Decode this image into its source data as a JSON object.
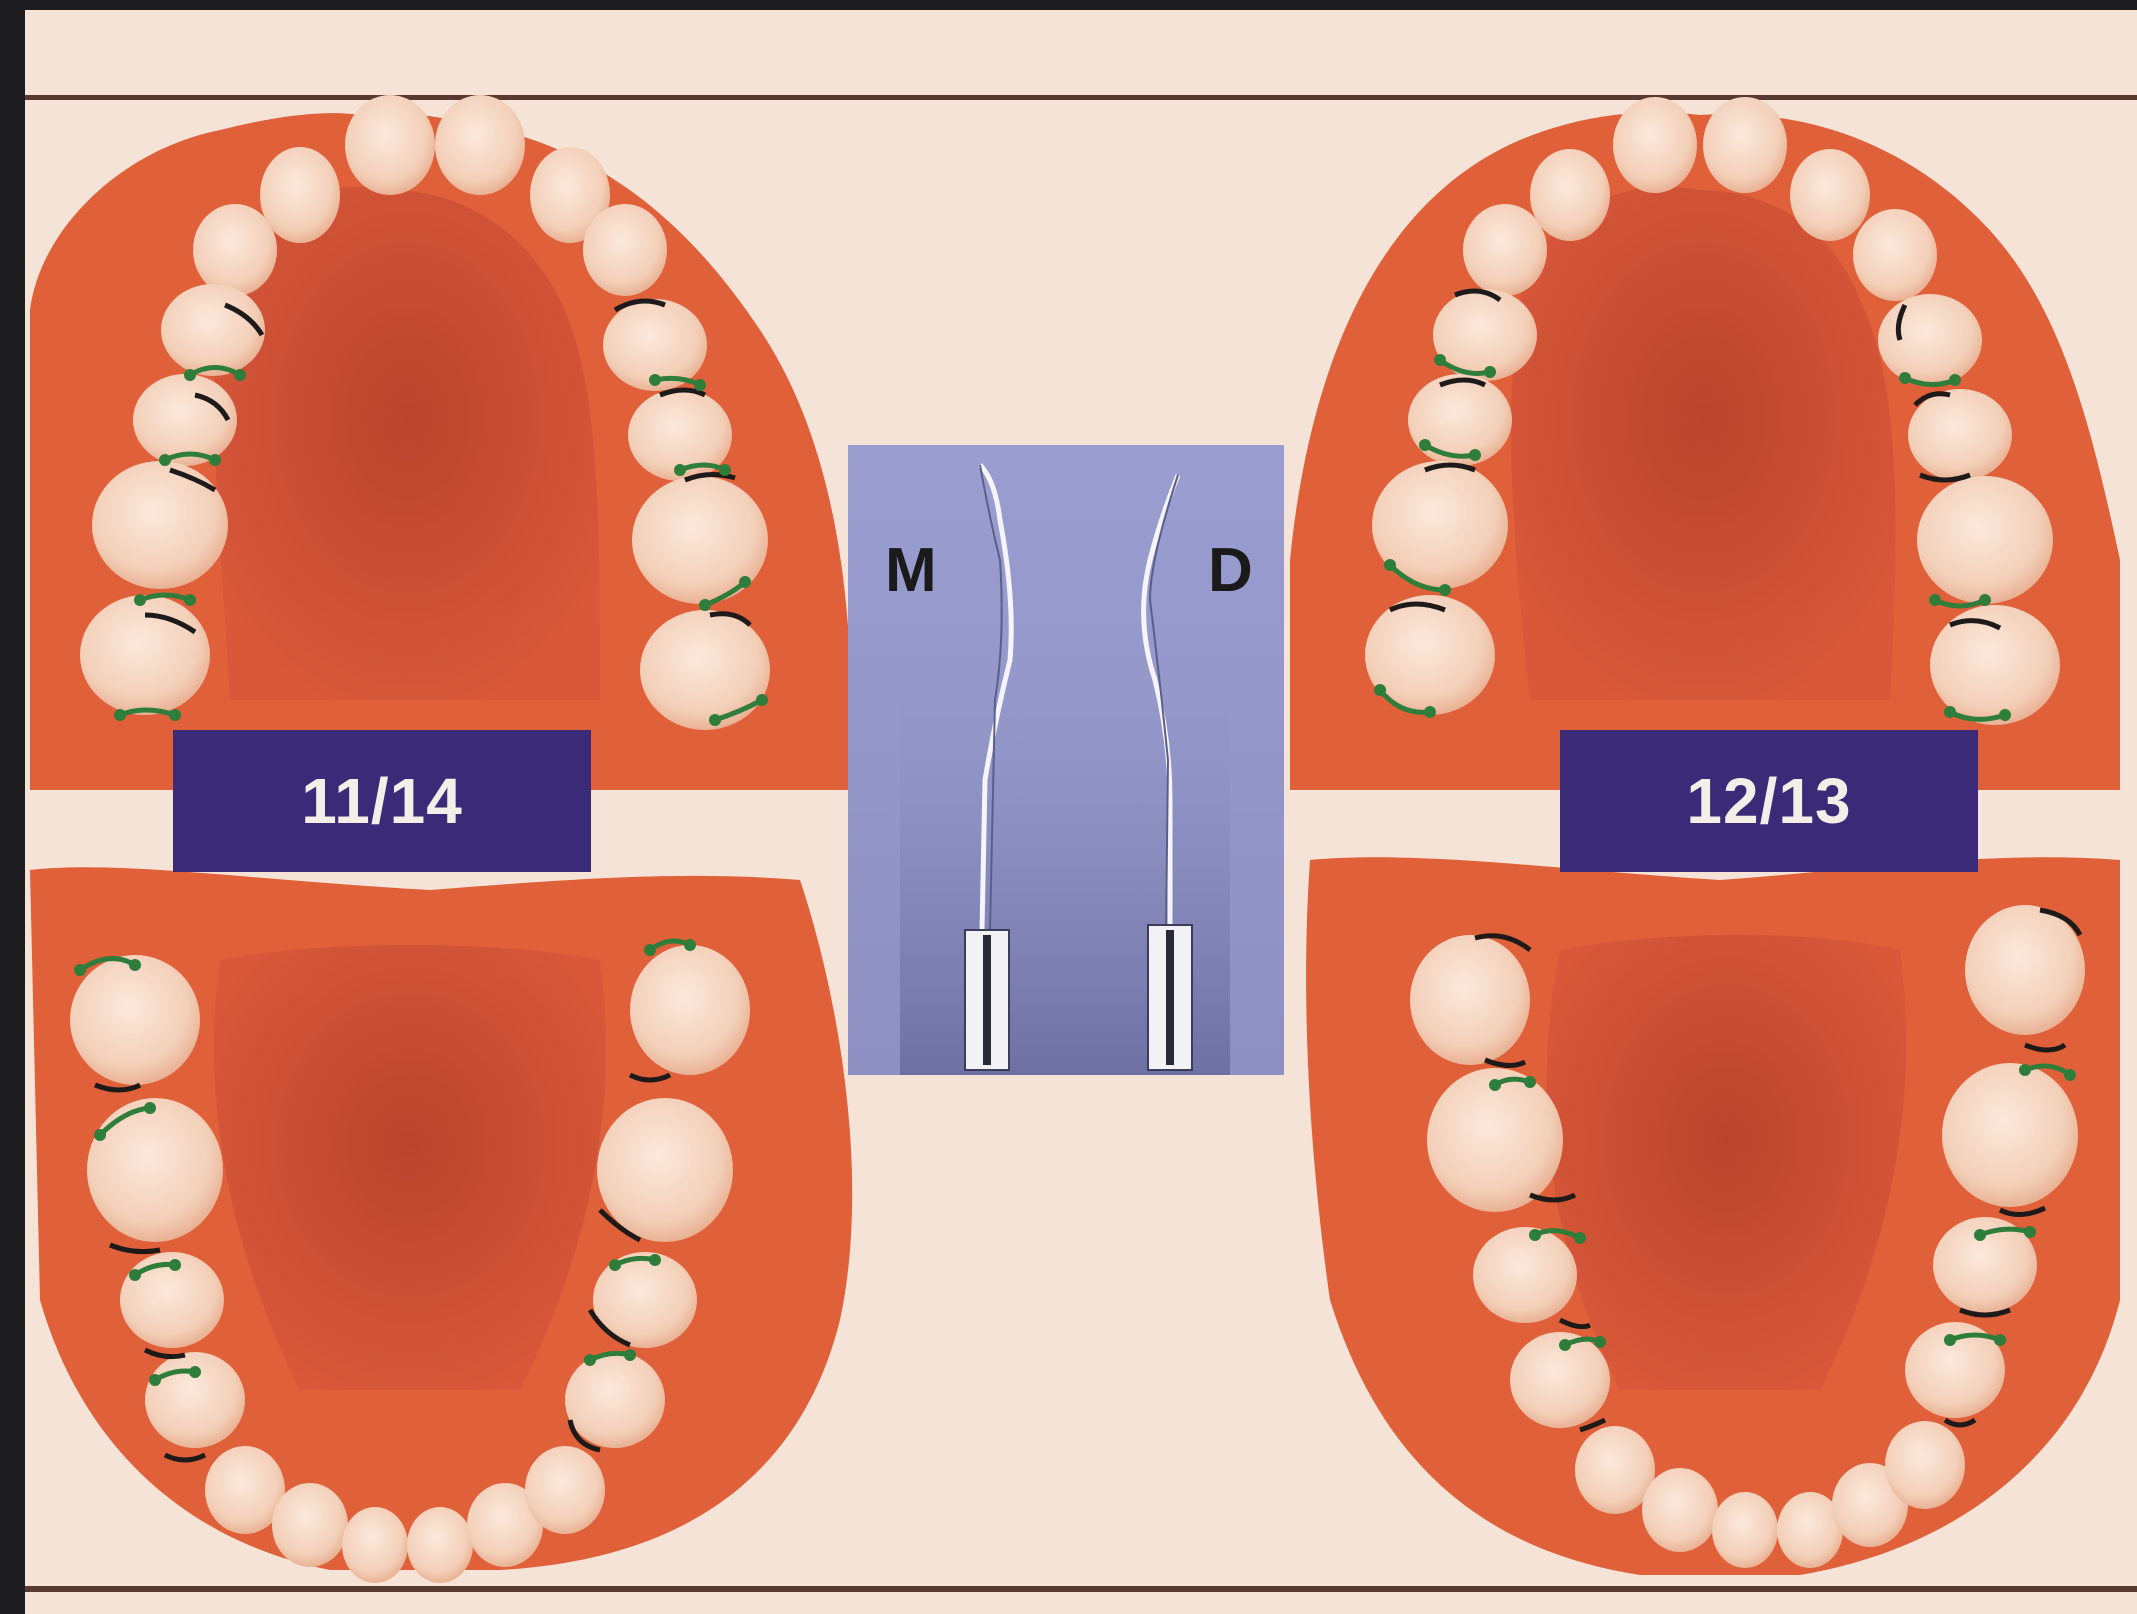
{
  "labels": {
    "left_pair": "11/14",
    "right_pair": "12/13",
    "mesial": "M",
    "distal": "D"
  },
  "colors": {
    "page_background": "#f4e3d6",
    "gum": "#e0603a",
    "palate": "#c8472c",
    "tooth": "#f5d7c2",
    "label_box": "#3a2a78",
    "instrument_panel": "#9597c8",
    "marker_green": "#2e7d3a",
    "marker_black": "#1e1a1a"
  },
  "icons": {
    "instrument_mesial": "gracey-curette-11-14-icon",
    "instrument_distal": "gracey-curette-12-13-icon"
  }
}
